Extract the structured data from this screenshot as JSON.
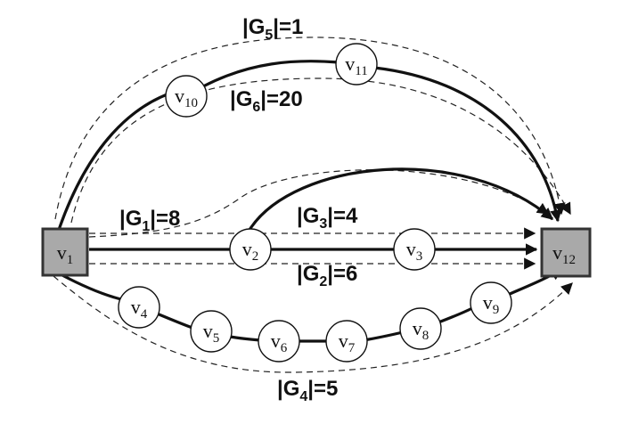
{
  "nodes": [
    {
      "id": "v1",
      "base": "v",
      "sub": "1",
      "shape": "box"
    },
    {
      "id": "v2",
      "base": "v",
      "sub": "2",
      "shape": "circle"
    },
    {
      "id": "v3",
      "base": "v",
      "sub": "3",
      "shape": "circle"
    },
    {
      "id": "v4",
      "base": "v",
      "sub": "4",
      "shape": "circle"
    },
    {
      "id": "v5",
      "base": "v",
      "sub": "5",
      "shape": "circle"
    },
    {
      "id": "v6",
      "base": "v",
      "sub": "6",
      "shape": "circle"
    },
    {
      "id": "v7",
      "base": "v",
      "sub": "7",
      "shape": "circle"
    },
    {
      "id": "v8",
      "base": "v",
      "sub": "8",
      "shape": "circle"
    },
    {
      "id": "v9",
      "base": "v",
      "sub": "9",
      "shape": "circle"
    },
    {
      "id": "v10",
      "base": "v",
      "sub": "10",
      "shape": "circle"
    },
    {
      "id": "v11",
      "base": "v",
      "sub": "11",
      "shape": "circle"
    },
    {
      "id": "v12",
      "base": "v",
      "sub": "12",
      "shape": "box"
    }
  ],
  "groups": [
    {
      "id": "G1",
      "pre": "|G",
      "sub": "1",
      "post": "|=8"
    },
    {
      "id": "G2",
      "pre": "|G",
      "sub": "2",
      "post": "|=6"
    },
    {
      "id": "G3",
      "pre": "|G",
      "sub": "3",
      "post": "|=4"
    },
    {
      "id": "G4",
      "pre": "|G",
      "sub": "4",
      "post": "|=5"
    },
    {
      "id": "G5",
      "pre": "|G",
      "sub": "5",
      "post": "|=1"
    },
    {
      "id": "G6",
      "pre": "|G",
      "sub": "6",
      "post": "|=20"
    }
  ],
  "colors": {
    "box_fill": "#a9a9a9",
    "stroke": "#111111",
    "background": "#ffffff"
  }
}
